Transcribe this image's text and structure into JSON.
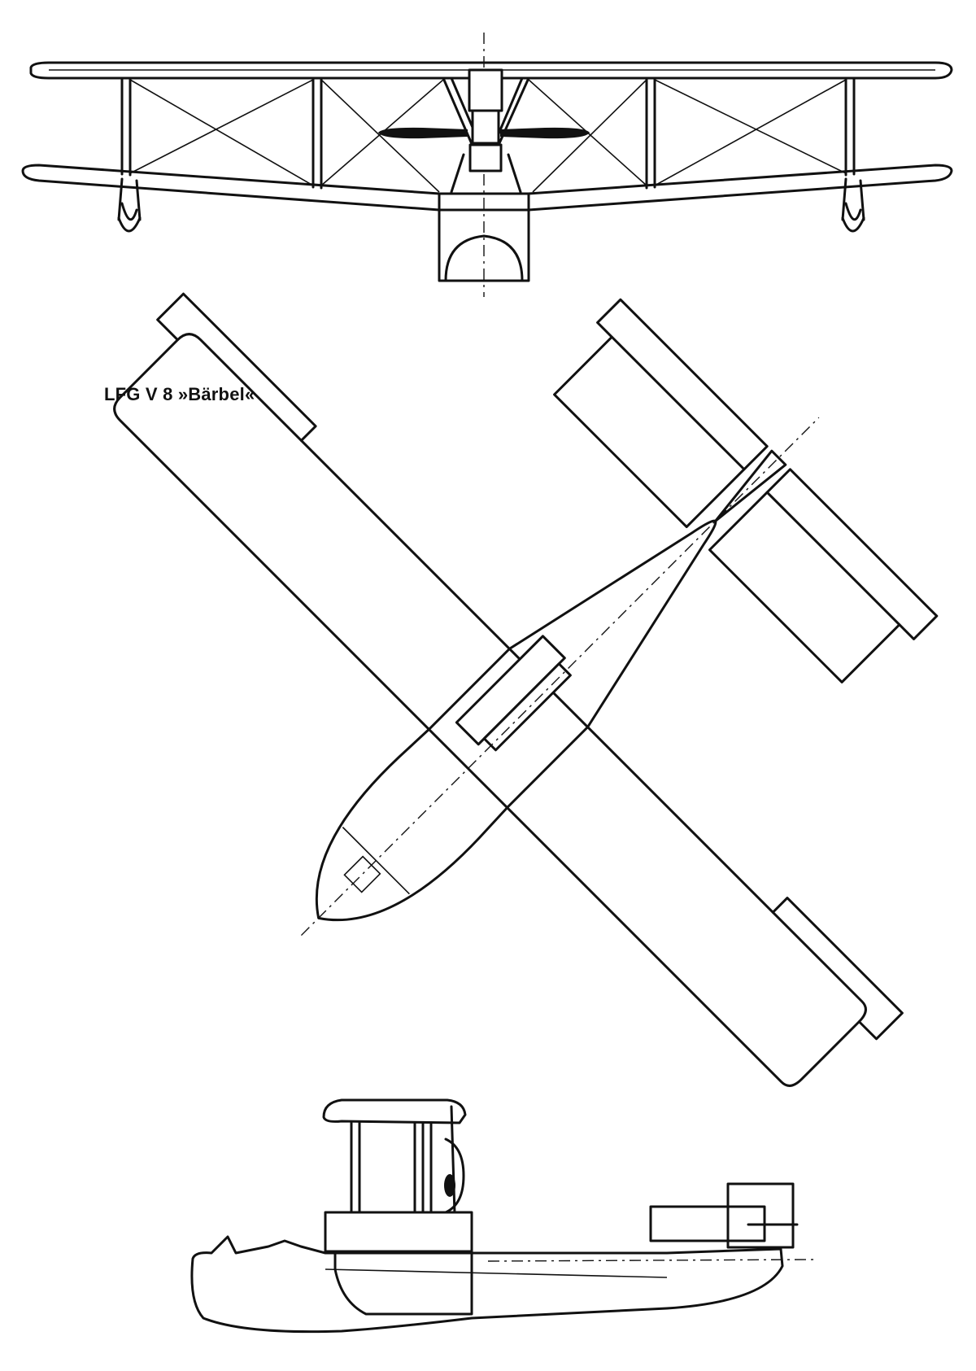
{
  "figure": {
    "title": "LFG V 8 »Bärbel«",
    "views": [
      "front-view",
      "top-view",
      "side-view"
    ]
  }
}
